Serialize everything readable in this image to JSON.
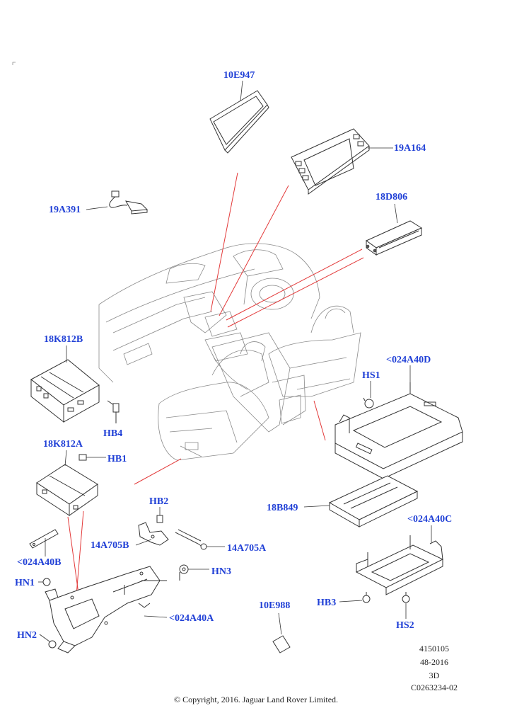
{
  "callouts": {
    "p10E947": "10E947",
    "p19A164": "19A164",
    "p19A391": "19A391",
    "p18D806": "18D806",
    "p18K812B": "18K812B",
    "p024A40D": "<024A40D",
    "pHS1": "HS1",
    "pHB4": "HB4",
    "p18K812A": "18K812A",
    "pHB1": "HB1",
    "pHB2": "HB2",
    "p18B849": "18B849",
    "p024A40C": "<024A40C",
    "p14A705B": "14A705B",
    "p14A705A": "14A705A",
    "p024A40B": "<024A40B",
    "pHN3": "HN3",
    "pHN1": "HN1",
    "p10E988": "10E988",
    "pHB3": "HB3",
    "pHS2": "HS2",
    "p024A40A": "<024A40A",
    "pHN2": "HN2"
  },
  "reference": {
    "line1": "4150105",
    "line2": "48-2016",
    "line3": "3D",
    "line4": "C0263234-02"
  },
  "copyright": "© Copyright, 2016. Jaguar Land Rover Limited.",
  "colors": {
    "callout": "#1f3fd6",
    "pointer": "#e33a3a",
    "linework": "#333333"
  }
}
